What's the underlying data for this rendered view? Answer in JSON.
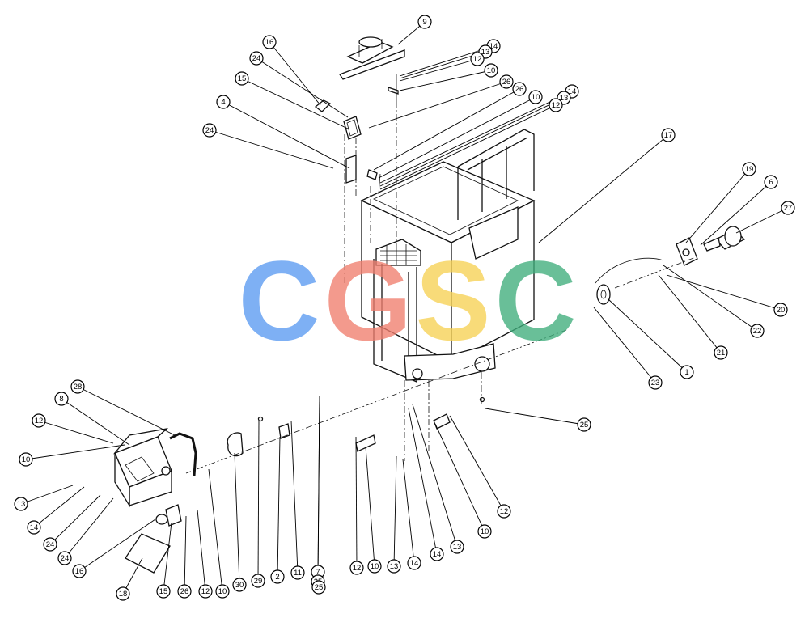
{
  "watermark": {
    "letters": [
      {
        "char": "C",
        "color": "#5b9bf2"
      },
      {
        "char": "G",
        "color": "#f07e6e"
      },
      {
        "char": "S",
        "color": "#f7d154"
      },
      {
        "char": "C",
        "color": "#3fae7c"
      }
    ]
  },
  "callouts": [
    {
      "id": "c9",
      "label": "9"
    },
    {
      "id": "c14a",
      "label": "14"
    },
    {
      "id": "c13a",
      "label": "13"
    },
    {
      "id": "c12a",
      "label": "12"
    },
    {
      "id": "c10a",
      "label": "10"
    },
    {
      "id": "c26a",
      "label": "26"
    },
    {
      "id": "c26b",
      "label": "26"
    },
    {
      "id": "c10b",
      "label": "10"
    },
    {
      "id": "c14b",
      "label": "14"
    },
    {
      "id": "c13b",
      "label": "13"
    },
    {
      "id": "c12b",
      "label": "12"
    },
    {
      "id": "c16a",
      "label": "16"
    },
    {
      "id": "c24a",
      "label": "24"
    },
    {
      "id": "c15a",
      "label": "15"
    },
    {
      "id": "c4",
      "label": "4"
    },
    {
      "id": "c24b",
      "label": "24"
    },
    {
      "id": "c17",
      "label": "17"
    },
    {
      "id": "c19",
      "label": "19"
    },
    {
      "id": "c6",
      "label": "6"
    },
    {
      "id": "c27",
      "label": "27"
    },
    {
      "id": "c20",
      "label": "20"
    },
    {
      "id": "c22",
      "label": "22"
    },
    {
      "id": "c21",
      "label": "21"
    },
    {
      "id": "c1",
      "label": "1"
    },
    {
      "id": "c23",
      "label": "23"
    },
    {
      "id": "c25a",
      "label": "25"
    },
    {
      "id": "c28",
      "label": "28"
    },
    {
      "id": "c8",
      "label": "8"
    },
    {
      "id": "c12c",
      "label": "12"
    },
    {
      "id": "c10c",
      "label": "10"
    },
    {
      "id": "c13c",
      "label": "13"
    },
    {
      "id": "c14c",
      "label": "14"
    },
    {
      "id": "c24c",
      "label": "24"
    },
    {
      "id": "c24d",
      "label": "24"
    },
    {
      "id": "c16b",
      "label": "16"
    },
    {
      "id": "c18",
      "label": "18"
    },
    {
      "id": "c15b",
      "label": "15"
    },
    {
      "id": "c26c",
      "label": "26"
    },
    {
      "id": "c12d",
      "label": "12"
    },
    {
      "id": "c10d",
      "label": "10"
    },
    {
      "id": "c30",
      "label": "30"
    },
    {
      "id": "c29",
      "label": "29"
    },
    {
      "id": "c2",
      "label": "2"
    },
    {
      "id": "c11",
      "label": "11"
    },
    {
      "id": "c7",
      "label": "7"
    },
    {
      "id": "c25b",
      "label": "25"
    },
    {
      "id": "c12e",
      "label": "12"
    },
    {
      "id": "c10e",
      "label": "10"
    },
    {
      "id": "c13d",
      "label": "13"
    },
    {
      "id": "c14d",
      "label": "14"
    },
    {
      "id": "c14e",
      "label": "14"
    },
    {
      "id": "c13e",
      "label": "13"
    },
    {
      "id": "c10f",
      "label": "10"
    },
    {
      "id": "c12f",
      "label": "12"
    },
    {
      "id": "c25c",
      "label": "25"
    }
  ]
}
